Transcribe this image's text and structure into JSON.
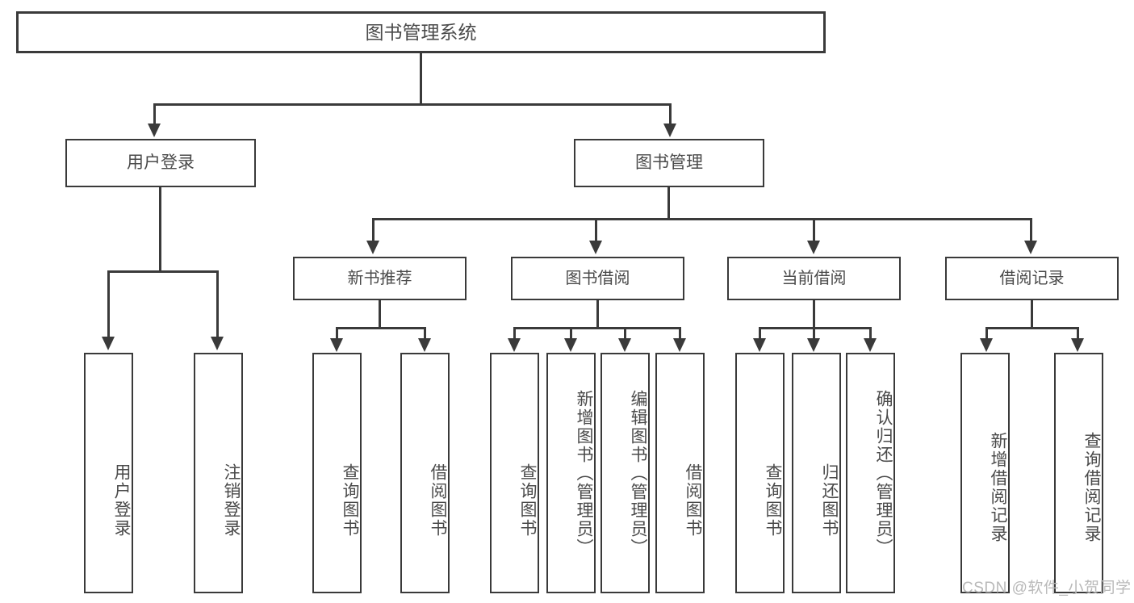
{
  "diagram": {
    "title": "图书管理系统",
    "watermark": "CSDN @软件_小贺同学",
    "line_color": "#3a3a3a",
    "text_color": "#4a4a4a",
    "background_color": "#ffffff",
    "root": {
      "label": "图书管理系统"
    },
    "level2": [
      {
        "label": "用户登录"
      },
      {
        "label": "图书管理"
      }
    ],
    "groups": [
      {
        "label": "新书推荐"
      },
      {
        "label": "图书借阅"
      },
      {
        "label": "当前借阅"
      },
      {
        "label": "借阅记录"
      }
    ],
    "leaves": {
      "user_login": [
        {
          "label": "用户登录"
        },
        {
          "label": "注销登录"
        }
      ],
      "new_book_recommend": [
        {
          "label": "查询图书"
        },
        {
          "label": "借阅图书"
        }
      ],
      "book_borrow": [
        {
          "label": "查询图书"
        },
        {
          "label": "新增图书（管理员）"
        },
        {
          "label": "编辑图书（管理员）"
        },
        {
          "label": "借阅图书"
        }
      ],
      "current_borrow": [
        {
          "label": "查询图书"
        },
        {
          "label": "归还图书"
        },
        {
          "label": "确认归还（管理员）"
        }
      ],
      "borrow_record": [
        {
          "label": "新增借阅记录"
        },
        {
          "label": "查询借阅记录"
        }
      ]
    }
  }
}
